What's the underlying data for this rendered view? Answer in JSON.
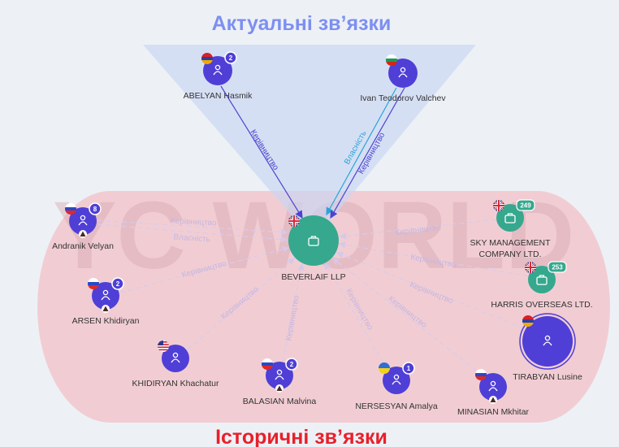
{
  "titles": {
    "current": "Актуальні зв’язки",
    "historical": "Історичні зв’язки"
  },
  "watermark": "YC WORLD",
  "colors": {
    "person": "#4f3fd6",
    "company": "#36a88e",
    "current_title": "#7d8ff0",
    "historical_title": "#e8202a",
    "historical_zone": "#f1cdd3",
    "current_zone": "#c8d5f2"
  },
  "current_nodes": [
    {
      "name": "ABELYAN Hasmik",
      "type": "person",
      "flag": "AM",
      "badge": "2"
    },
    {
      "name": "Ivan Teodorov Valchev",
      "type": "person",
      "flag": "BG"
    }
  ],
  "center_node": {
    "name": "BEVERLAIF LLP",
    "type": "company",
    "flag": "GB"
  },
  "current_edges": [
    {
      "from": "ABELYAN Hasmik",
      "label": "Керівництво"
    },
    {
      "from": "Ivan Teodorov Valchev",
      "label": "Власність"
    },
    {
      "from": "Ivan Teodorov Valchev",
      "label": "Керівництво"
    }
  ],
  "historical_nodes": [
    {
      "name": "Andranik Velyan",
      "type": "person",
      "flag": "RU",
      "badge": "8"
    },
    {
      "name": "ARSEN Khidiryan",
      "type": "person",
      "flag": "RU",
      "badge": "2"
    },
    {
      "name": "KHIDIRYAN Khachatur",
      "type": "person",
      "flag": "US"
    },
    {
      "name": "BALASIAN Malvina",
      "type": "person",
      "flag": "RU",
      "badge": "2"
    },
    {
      "name": "NERSESYAN Amalya",
      "type": "person",
      "flag": "UA",
      "badge": "1"
    },
    {
      "name": "MINASIAN Mkhitar",
      "type": "person",
      "flag": "RU"
    },
    {
      "name": "TIRABYAN Lusine",
      "type": "person",
      "flag": "AM"
    },
    {
      "name_line1": "SKY MANAGEMENT",
      "name_line2": "COMPANY LTD.",
      "type": "company",
      "flag": "GB",
      "badge": "249"
    },
    {
      "name": "HARRIS OVERSEAS LTD.",
      "type": "company",
      "flag": "GB",
      "badge": "253"
    }
  ],
  "historical_edges": [
    {
      "from": "Andranik Velyan",
      "label": "Керівництво"
    },
    {
      "from": "Andranik Velyan",
      "label": "Власність"
    },
    {
      "from": "ARSEN Khidiryan",
      "label": "Керівництво"
    },
    {
      "from": "KHIDIRYAN Khachatur",
      "label": "Керівництво"
    },
    {
      "from": "BALASIAN Malvina",
      "label": "Керівництво"
    },
    {
      "from": "NERSESYAN Amalya",
      "label": "Керівництво"
    },
    {
      "from": "MINASIAN Mkhitar",
      "label": "Керівництво"
    },
    {
      "from": "TIRABYAN Lusine",
      "label": "Керівництво"
    },
    {
      "from": "SKY MANAGEMENT COMPANY LTD.",
      "label": "Керівництво"
    },
    {
      "from": "HARRIS OVERSEAS LTD.",
      "label": "Керівництво"
    }
  ]
}
